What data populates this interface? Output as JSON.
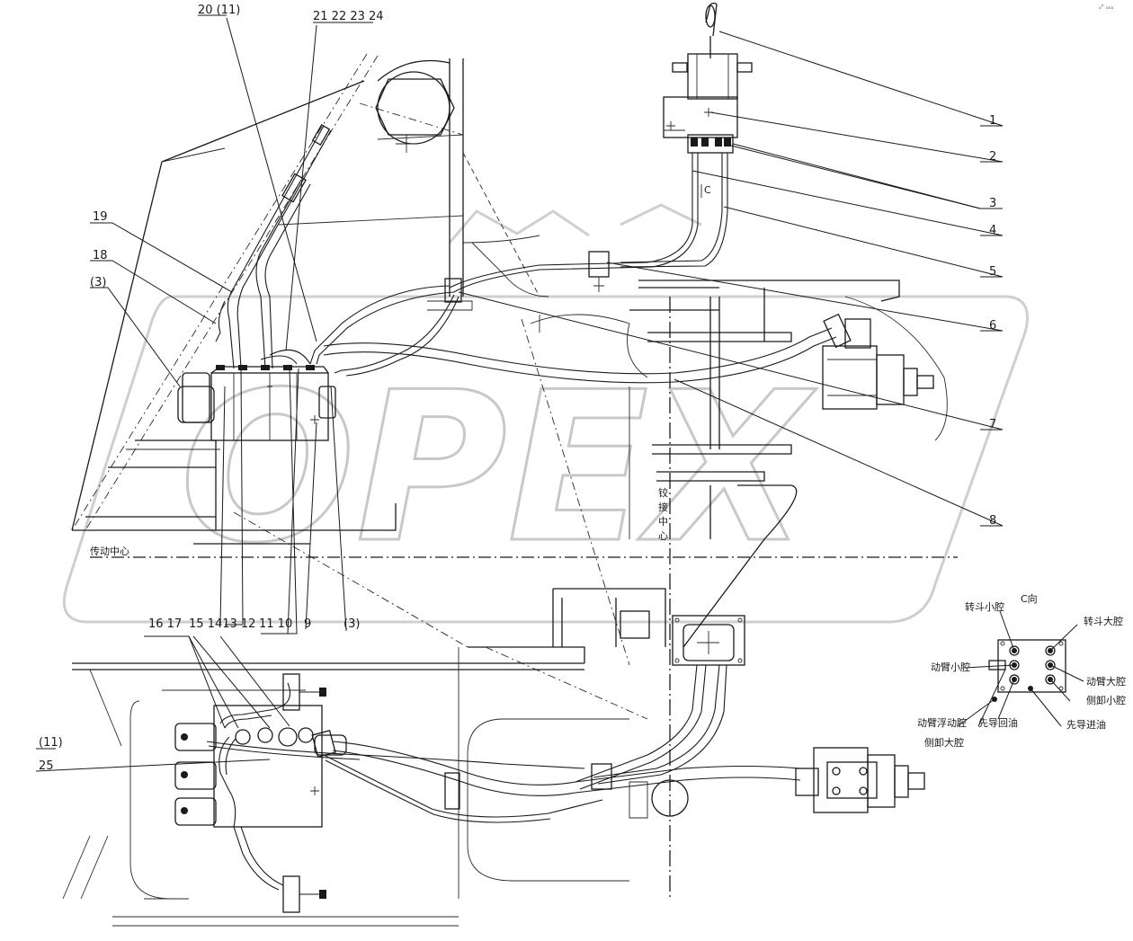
{
  "watermark": {
    "text": "OPEX"
  },
  "corner_mark": "ₒᴾ ₒₒₒ",
  "callouts": {
    "c1": "1",
    "c2": "2",
    "c3": "3",
    "c4": "4",
    "c5": "5",
    "c6": "6",
    "c7": "7",
    "c8": "8",
    "c9": "9",
    "c10_11": "11 10",
    "c12_14": "15 1413 12",
    "c16_17": "16 17",
    "c18": "18",
    "c19": "19",
    "c20_11": "20 (11)",
    "c21_24": "21 22 23 24",
    "c3_paren": "(3)",
    "c3_left": "(3)",
    "c11_paren": "(11)",
    "c25": "25"
  },
  "labels": {
    "transmission_center": "传动中心",
    "hinge_center": [
      "铰",
      "接",
      "中",
      "心"
    ],
    "view_c": "C向",
    "bucket_small": "转斗小腔",
    "bucket_large": "转斗大腔",
    "boom_small": "动臂小腔",
    "boom_large": "动臂大腔",
    "side_small": "侧卸小腔",
    "boom_float": "动臂浮动腔",
    "side_large": "侧卸大腔",
    "pilot_return": "先导回油",
    "pilot_inlet": "先导进油",
    "c_mark": "C"
  }
}
